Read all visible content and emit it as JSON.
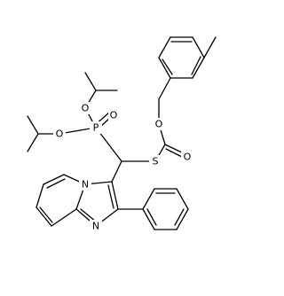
{
  "atoms": {
    "p1": "P",
    "o_double_p": "O",
    "o_ester_upper": "O",
    "o_ester_lower": "O",
    "s1": "S",
    "o_carbonyl": "O",
    "o_aryl_ester": "O",
    "n_bridge": "N",
    "n_ring": "N"
  },
  "colors": {
    "bond": "#000000",
    "text": "#000000",
    "background": "#ffffff"
  }
}
